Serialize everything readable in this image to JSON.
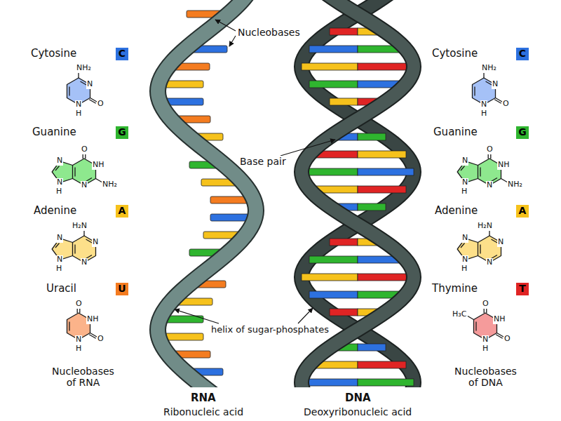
{
  "diagram": {
    "nodes": [
      {
        "text": [
          "C"
        ]
      },
      {
        "text": [
          "G"
        ]
      },
      {
        "text": [
          "A"
        ]
      },
      {
        "text": [
          "U"
        ]
      },
      {
        "text": [
          "C"
        ]
      },
      {
        "text": [
          "G"
        ]
      },
      {
        "text": [
          "A"
        ]
      },
      {
        "text": [
          "T"
        ]
      }
    ],
    "labels": [
      "Cytosine",
      "NH₂",
      "N",
      "N",
      "H",
      "O",
      "Guanine",
      "O",
      "N",
      "NH",
      "N",
      "N",
      "H",
      "NH₂",
      "Adenine",
      "H₂N",
      "N",
      "N",
      "N",
      "N",
      "H",
      "Uracil",
      "O",
      "NH",
      "O",
      "N",
      "H",
      "Nucleobases of RNA",
      "Nucleobases",
      "Base pair",
      "helix of sugar-phosphates",
      "RNA",
      "Ribonucleic acid",
      "DNA",
      "Deoxyribonucleic acid",
      "Cytosine",
      "NH₂",
      "N",
      "N",
      "H",
      "O",
      "Guanine",
      "O",
      "N",
      "NH",
      "N",
      "N",
      "H",
      "NH₂",
      "Adenine",
      "H₂N",
      "N",
      "N",
      "N",
      "N",
      "H",
      "Thymine",
      "H₃C",
      "O",
      "NH",
      "O",
      "N",
      "H",
      "Nucleobases of DNA"
    ]
  }
}
